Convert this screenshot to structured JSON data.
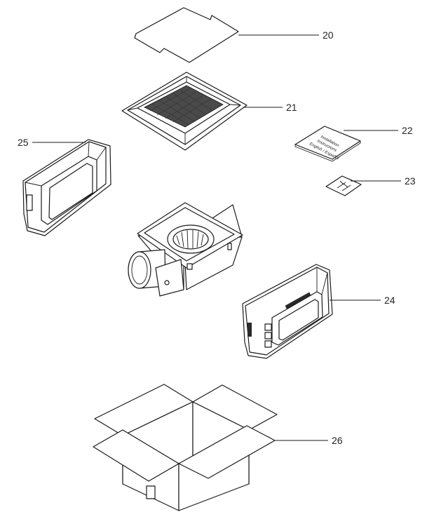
{
  "callouts": [
    {
      "key": "filter_pad",
      "label": "20"
    },
    {
      "key": "grille",
      "label": "21"
    },
    {
      "key": "manual",
      "label": "22"
    },
    {
      "key": "screws",
      "label": "23"
    },
    {
      "key": "side_packing_right",
      "label": "24"
    },
    {
      "key": "side_packing_left",
      "label": "25"
    },
    {
      "key": "carton_box",
      "label": "26"
    }
  ],
  "manual_cover_text": [
    "Installation",
    "Instructions",
    "English / Español"
  ]
}
